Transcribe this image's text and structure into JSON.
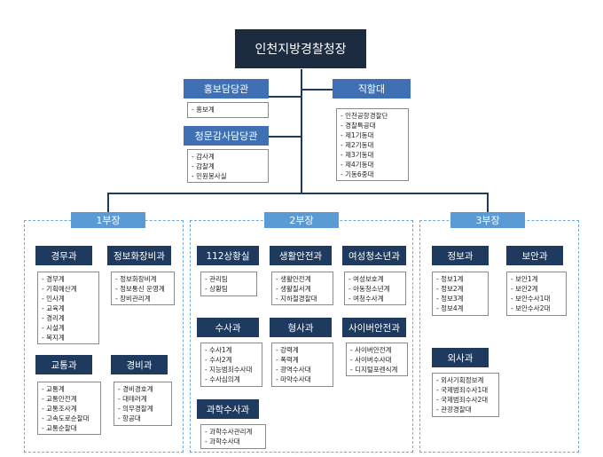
{
  "hq": "인천지방경찰청장",
  "side_units": [
    {
      "title": "홍보담당관",
      "items": [
        "- 홍보계"
      ]
    },
    {
      "title": "직할대",
      "items": [
        "- 인천공항경찰단",
        "- 경찰특공대",
        "- 제1기동대",
        "- 제2기동대",
        "- 제3기동대",
        "- 제4기동대",
        "- 기동6중대"
      ]
    },
    {
      "title": "청문감사담당관",
      "items": [
        "- 감사계",
        "- 감찰계",
        "- 민원봉사실"
      ]
    }
  ],
  "divisions": [
    {
      "title": "1부장",
      "depts": [
        {
          "title": "경무과",
          "items": [
            "- 경무계",
            "- 기획예산계",
            "- 인사계",
            "- 교육계",
            "- 경리계",
            "- 시설계",
            "- 복지계"
          ]
        },
        {
          "title": "정보화장비과",
          "items": [
            "- 정보화장비계",
            "- 정보통신 운영계",
            "- 장비관리계"
          ]
        },
        {
          "title": "교통과",
          "items": [
            "- 교통계",
            "- 교통안전계",
            "- 교통조사계",
            "- 고속도로순찰대",
            "- 교통순찰대"
          ]
        },
        {
          "title": "경비과",
          "items": [
            "- 경비경호계",
            "- 대테러계",
            "- 의무경찰계",
            "- 항공대"
          ]
        }
      ]
    },
    {
      "title": "2부장",
      "depts": [
        {
          "title": "112상황실",
          "items": [
            "- 관리팀",
            "- 상황팀"
          ]
        },
        {
          "title": "생활안전과",
          "items": [
            "- 생활안전계",
            "- 생활질서계",
            "- 지하철경찰대"
          ]
        },
        {
          "title": "여성청소년과",
          "items": [
            "- 여성보호계",
            "- 아동청소년계",
            "- 여청수사계"
          ]
        },
        {
          "title": "수사과",
          "items": [
            "- 수사1계",
            "- 수사2계",
            "- 지능범죄수사대",
            "- 수사심의계"
          ]
        },
        {
          "title": "형사과",
          "items": [
            "- 강력계",
            "- 폭력계",
            "- 광역수사대",
            "- 마약수사대"
          ]
        },
        {
          "title": "사이버안전과",
          "items": [
            "- 사이버안전계",
            "- 사이버수사대",
            "- 디지털포렌식계"
          ]
        },
        {
          "title": "과학수사과",
          "items": [
            "- 과학수사관리계",
            "- 과학수사대"
          ]
        }
      ]
    },
    {
      "title": "3부장",
      "depts": [
        {
          "title": "정보과",
          "items": [
            "- 정보1계",
            "- 정보2계",
            "- 정보3계",
            "- 정보4계"
          ]
        },
        {
          "title": "보안과",
          "items": [
            "- 보안1계",
            "- 보안2계",
            "- 보안수사1대",
            "- 보안수사2대"
          ]
        },
        {
          "title": "외사과",
          "items": [
            "- 외사기획정보계",
            "- 국제범죄수사1대",
            "- 국제범죄수사2대",
            "- 관광경찰대"
          ]
        }
      ]
    }
  ]
}
